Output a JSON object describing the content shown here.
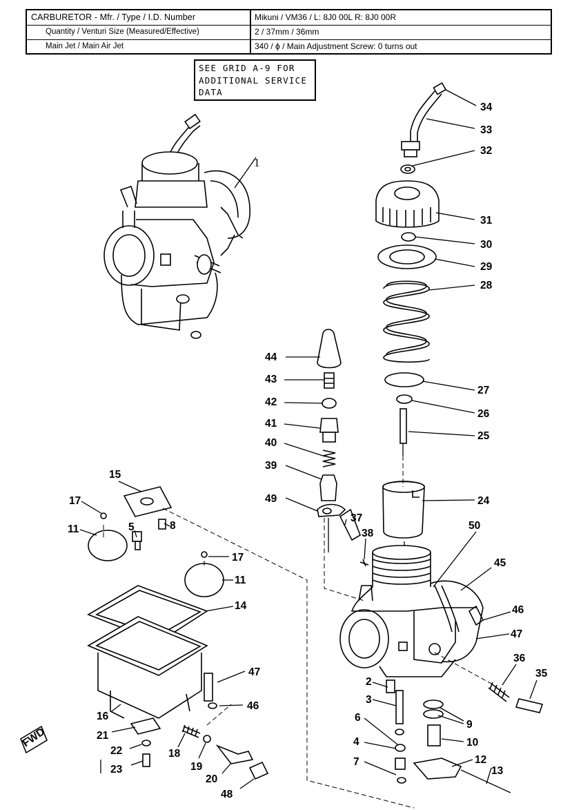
{
  "spec_table": {
    "rows": [
      {
        "label": "CARBURETOR  - Mfr. / Type / I.D. Number",
        "value": "Mikuni / VM36 / L: 8J0 00L      R: 8J0 00R"
      },
      {
        "label": "Quantity / Venturi Size (Measured/Effective)",
        "value": "2 / 37mm / 36mm"
      },
      {
        "label": "Main Jet / Main Air Jet",
        "value": "340 / ϕ / Main Adjustment Screw: 0 turns out"
      }
    ]
  },
  "note": "SEE GRID A-9 FOR\nADDITIONAL SERVICE\nDATA",
  "fwd_badge": "FWD",
  "part_numbers": {
    "p1": "1",
    "p2": "2",
    "p3": "3",
    "p4": "4",
    "p5": "5",
    "p6": "6",
    "p7": "7",
    "p8": "8",
    "p9": "9",
    "p10": "10",
    "p11a": "11",
    "p11b": "11",
    "p12": "12",
    "p13": "13",
    "p14": "14",
    "p15": "15",
    "p16": "16",
    "p17a": "17",
    "p17b": "17",
    "p18": "18",
    "p19": "19",
    "p20": "20",
    "p21": "21",
    "p22": "22",
    "p23": "23",
    "p24": "24",
    "p25": "25",
    "p26": "26",
    "p27": "27",
    "p28": "28",
    "p29": "29",
    "p30": "30",
    "p31": "31",
    "p32": "32",
    "p33": "33",
    "p34": "34",
    "p35": "35",
    "p36": "36",
    "p37": "37",
    "p38": "38",
    "p39": "39",
    "p40": "40",
    "p41": "41",
    "p42": "42",
    "p43": "43",
    "p44": "44",
    "p45": "45",
    "p46a": "46",
    "p46b": "46",
    "p47a": "47",
    "p47b": "47",
    "p48": "48",
    "p49": "49",
    "p50": "50"
  }
}
